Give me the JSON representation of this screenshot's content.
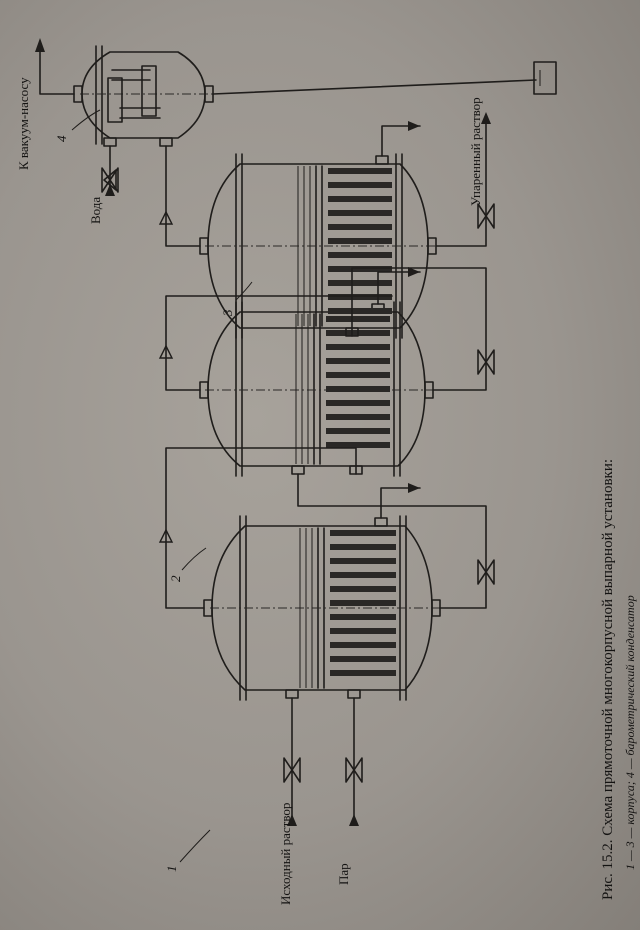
{
  "labels": {
    "vacuum": "К вакуум-насосу",
    "water": "Вода",
    "boiled_solution": "Упаренный раствор",
    "initial_solution": "Исходный раствор",
    "steam": "Пар"
  },
  "vessels": [
    {
      "number": "1"
    },
    {
      "number": "2"
    },
    {
      "number": "3"
    },
    {
      "number": "4"
    }
  ],
  "caption": {
    "title": "Рис. 15.2. Схема прямоточной многокорпусной выпарной установки:",
    "legend": "1 — 3 — корпуса; 4 — барометрический конденсатор"
  }
}
